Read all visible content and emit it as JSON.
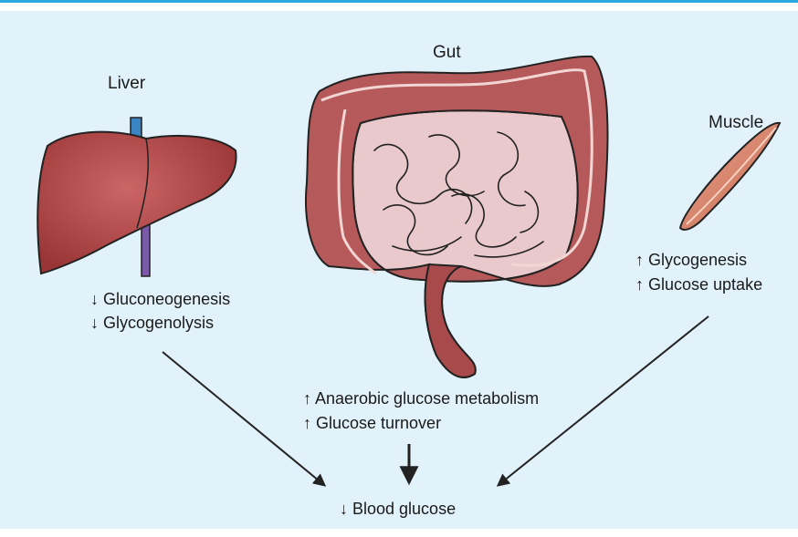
{
  "diagram": {
    "organs": {
      "liver": {
        "title": "Liver",
        "effects": [
          "↓ Gluconeogenesis",
          "↓ Glycogenolysis"
        ]
      },
      "gut": {
        "title": "Gut",
        "effects": [
          "↑ Anaerobic glucose metabolism",
          "↑ Glucose turnover"
        ]
      },
      "muscle": {
        "title": "Muscle",
        "effects": [
          "↑ Glycogenesis",
          "↑ Glucose uptake"
        ]
      }
    },
    "outcome": "↓ Blood glucose",
    "colors": {
      "accent_rule": "#29a8e0",
      "background": "#e1f2fb",
      "liver": "#a8403f",
      "gut": "#b5595a",
      "small_intestine": "#e9c9cb",
      "muscle": "#d98268",
      "vessel_blue": "#3b84c4",
      "vessel_purple": "#7a5aa8",
      "arrow": "#222222"
    }
  }
}
